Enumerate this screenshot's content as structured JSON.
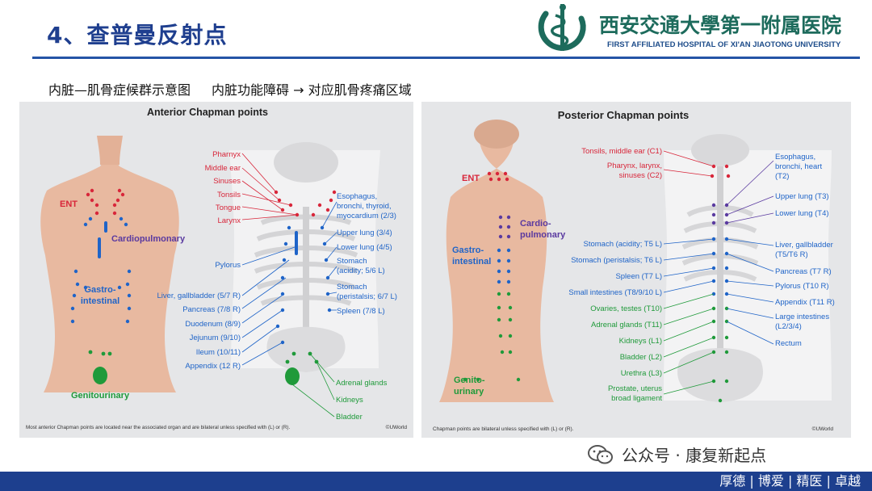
{
  "header": {
    "title": "4、查普曼反射点",
    "logo_cn": "西安交通大學第一附属医院",
    "logo_en": "FIRST AFFILIATED HOSPITAL OF XI'AN JIAOTONG UNIVERSITY"
  },
  "subtitle": {
    "left": "内脏—肌骨症候群示意图",
    "right": "内脏功能障碍 → 对应肌骨疼痛区域"
  },
  "anterior": {
    "title": "Anterior Chapman points",
    "region_ent": "ENT",
    "region_cardio": "Cardiopulmonary",
    "region_gastro": [
      "Gastro-",
      "intestinal"
    ],
    "region_genito": "Genitourinary",
    "labels_red": [
      "Pharnyx",
      "Middle ear",
      "Sinuses",
      "Tonsils",
      "Tongue",
      "Larynx"
    ],
    "labels_right": [
      "Esophagus,",
      "bronchi, thyroid,",
      "myocardium (2/3)",
      "Upper lung (3/4)",
      "Lower lung (4/5)",
      "Stomach",
      "(acidity; 5/6 L)",
      "Stomach",
      "(peristalsis; 6/7 L)",
      "Spleen (7/8 L)"
    ],
    "labels_left": [
      "Pylorus",
      "Liver, gallbladder (5/7 R)",
      "Pancreas (7/8 R)",
      "Duodenum (8/9)",
      "Jejunum (9/10)",
      "Ileum (10/11)",
      "Appendix (12 R)"
    ],
    "labels_green": [
      "Adrenal glands",
      "Kidneys",
      "Bladder"
    ],
    "footnote": "Most anterior Chapman points are located near the associated organ and are bilateral unless specified with (L) or (R).",
    "credit": "©UWorld"
  },
  "posterior": {
    "title": "Posterior Chapman points",
    "region_ent": "ENT",
    "region_cardio": [
      "Cardio-",
      "pulmonary"
    ],
    "region_gastro": [
      "Gastro-",
      "intestinal"
    ],
    "region_genito": [
      "Genito-",
      "urinary"
    ],
    "labels_red": [
      "Tonsils, middle ear (C1)",
      "Pharynx, larynx,",
      "sinuses (C2)"
    ],
    "labels_right": [
      "Esophagus,",
      "bronchi, heart",
      "(T2)",
      "Upper lung (T3)",
      "Lower lung (T4)",
      "Liver, gallbladder",
      "(T5/T6 R)",
      "Pancreas (T7 R)",
      "Pylorus (T10 R)",
      "Appendix (T11 R)",
      "Large intestines",
      "(L2/3/4)",
      "Rectum"
    ],
    "labels_left": [
      "Stomach (acidity; T5 L)",
      "Stomach (peristalsis; T6 L)",
      "Spleen (T7 L)",
      "Small intestines (T8/9/10 L)",
      "Ovaries, testes (T10)",
      "Adrenal glands (T11)",
      "Kidneys (L1)",
      "Bladder (L2)",
      "Urethra (L3)",
      "Prostate, uterus",
      "broad ligament"
    ],
    "footnote": "Chapman points are bilateral unless specified with (L) or (R).",
    "credit": "©UWorld"
  },
  "footer": {
    "watermark": "公众号 · 康复新起点",
    "mottos": "厚德 | 博爱 | 精医 | 卓越"
  },
  "colors": {
    "brand_blue": "#1f3f8f",
    "ent_red": "#d8263a",
    "cardio_purple": "#5a3aa0",
    "gastro_blue": "#1f64c8",
    "genito_green": "#1f9a3a"
  }
}
